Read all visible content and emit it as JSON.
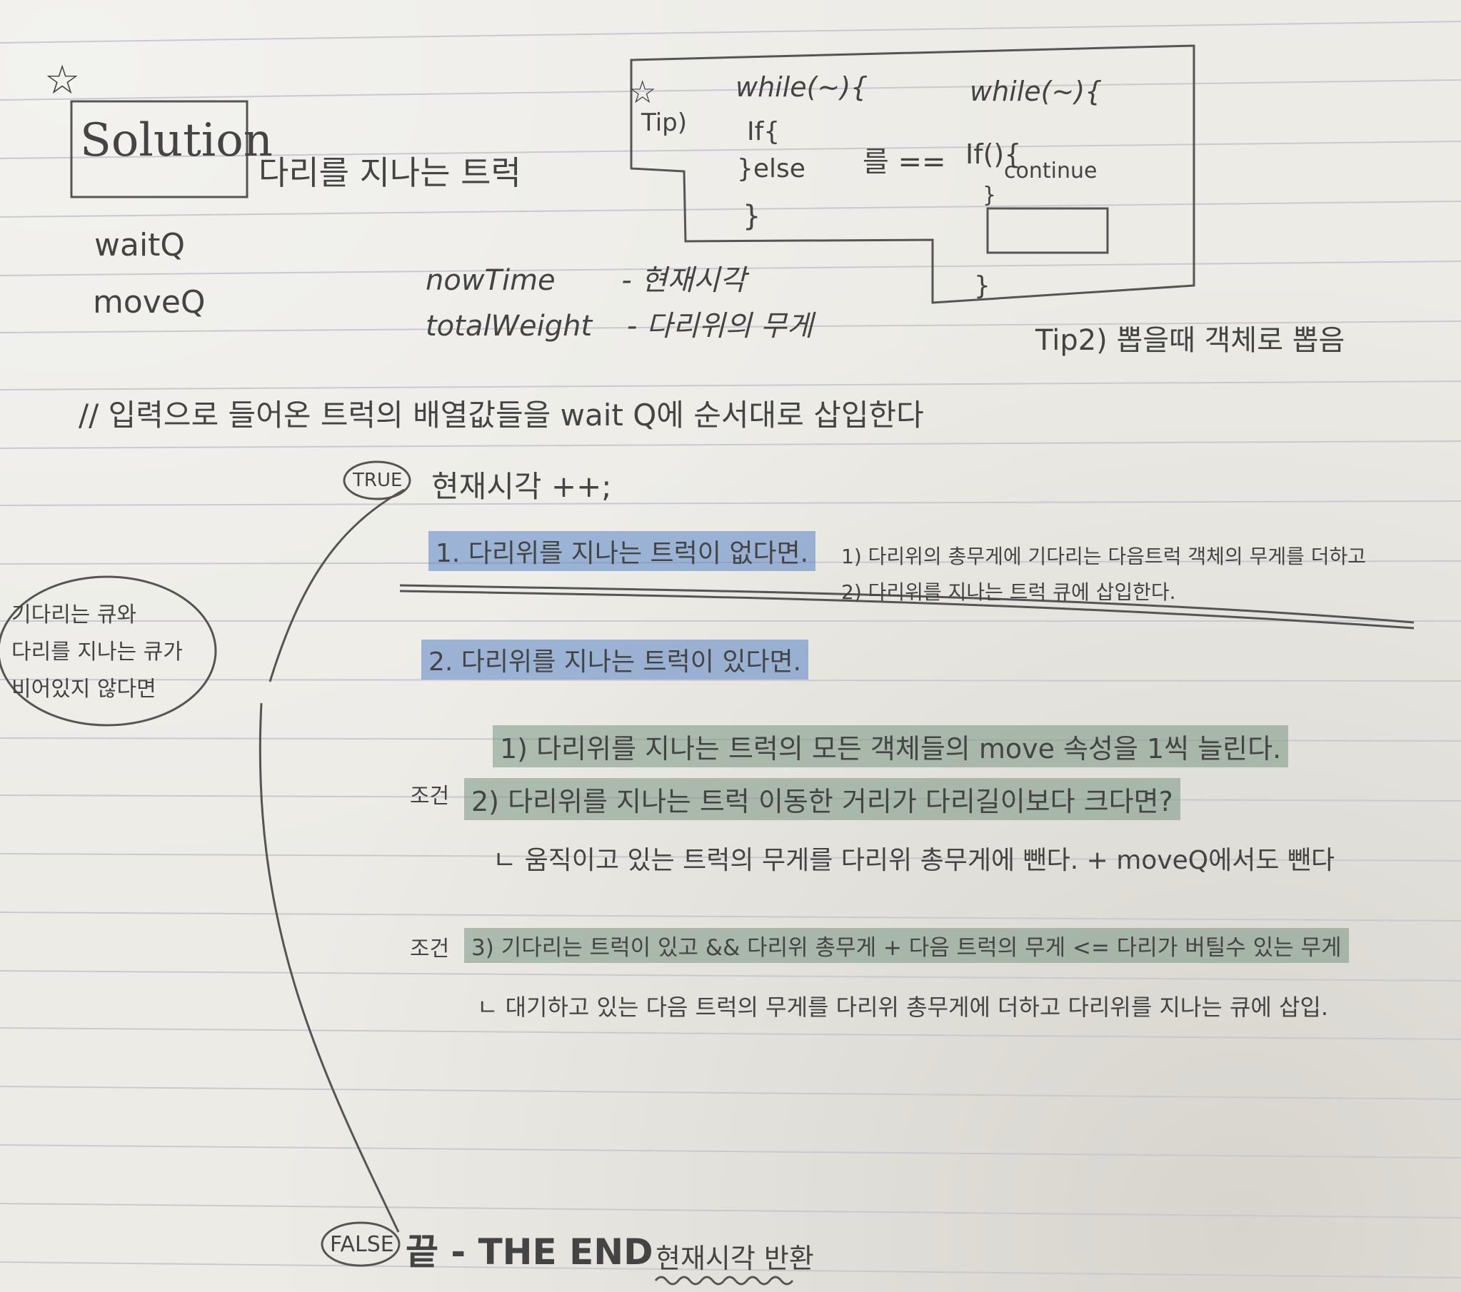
{
  "header": {
    "solution_box": "Solution",
    "title": "다리를 지나는 트럭"
  },
  "queues": [
    "waitQ",
    "moveQ"
  ],
  "variables": [
    {
      "name": "nowTime",
      "desc": "- 현재시각"
    },
    {
      "name": "totalWeight",
      "desc": "- 다리위의 무게"
    }
  ],
  "tip_box": {
    "label": "Tip)",
    "left_code": [
      "while(~){",
      "If{",
      "}else",
      "}"
    ],
    "arrow": "를 ==",
    "right_code": [
      "while(~){",
      "If(){",
      "continue",
      "}",
      "}"
    ]
  },
  "tip2": "Tip2) 뽑을때 객체로 뽑음",
  "comment": "// 입력으로 들어온 트럭의 배열값들을   wait Q에 순서대로 삽입한다",
  "true_label": "TRUE",
  "true_line": "현재시각 ++;",
  "circle_note": [
    "기다리는 큐와",
    "다리를 지나는 큐가",
    "비어있지 않다면"
  ],
  "case1": {
    "title": "1. 다리위를 지나는 트럭이 없다면.",
    "steps": [
      "1) 다리위의 총무게에 기다리는 다음트럭 객체의 무게를 더하고",
      "2) 다리위를 지나는 트럭 큐에 삽입한다."
    ]
  },
  "case2": {
    "title": "2. 다리위를 지나는 트럭이 있다면.",
    "step1": "1) 다리위를 지나는 트럭의 모든 객체들의 move 속성을 1씩 늘린다.",
    "cond_label": "조건",
    "step2": "2) 다리위를 지나는 트럭 이동한 거리가 다리길이보다 크다면?",
    "step2_sub": "ㄴ 움직이고 있는 트럭의 무게를 다리위 총무게에 뺀다. + moveQ에서도 뺀다",
    "step3": "3) 기다리는 트럭이 있고 && 다리위 총무게 + 다음 트럭의 무게 <= 다리가 버틸수 있는 무게",
    "step3_sub": "ㄴ 대기하고 있는 다음 트럭의 무게를 다리위 총무게에 더하고 다리위를 지나는 큐에 삽입."
  },
  "false_label": "FALSE",
  "end_line": "끝 - THE END",
  "return_line": "현재시각 반환",
  "colors": {
    "blue_highlight": "#6d93c8",
    "green_highlight": "#8fa79a",
    "ink": "#444444"
  }
}
